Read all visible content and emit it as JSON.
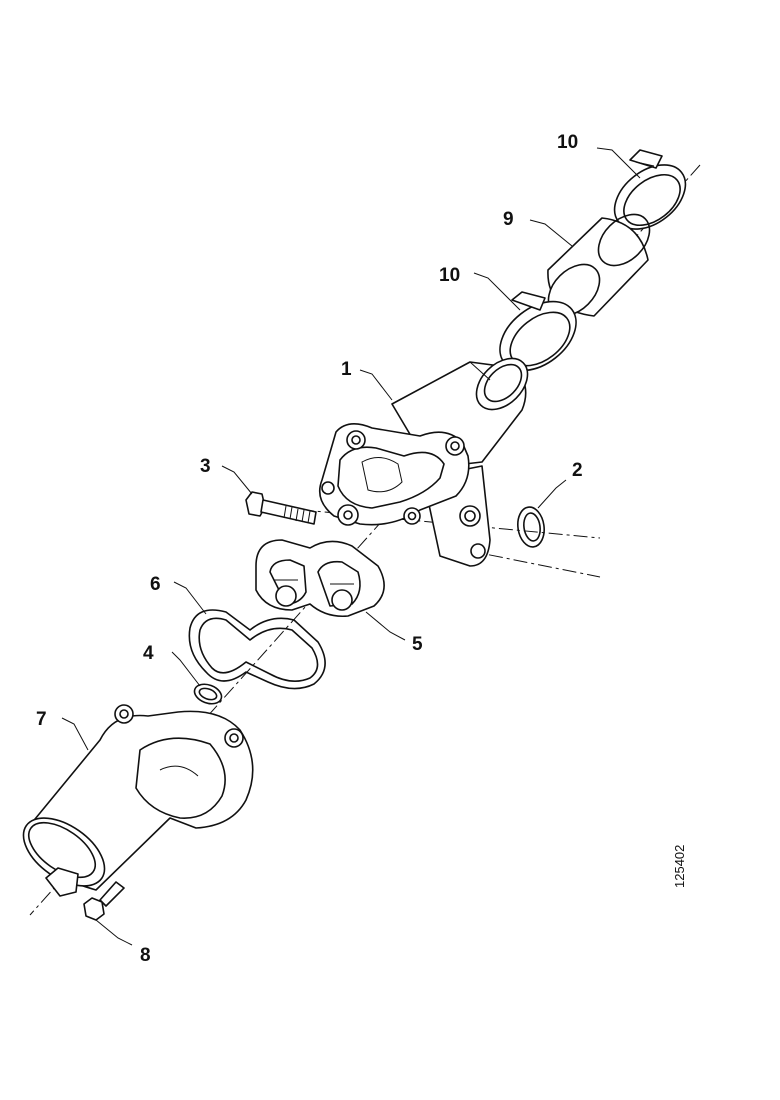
{
  "callouts": {
    "c1": "1",
    "c2": "2",
    "c3": "3",
    "c4": "4",
    "c5": "5",
    "c6": "6",
    "c7": "7",
    "c8": "8",
    "c9": "9",
    "c10_top": "10",
    "c10_mid": "10"
  },
  "reference_number": "125402"
}
